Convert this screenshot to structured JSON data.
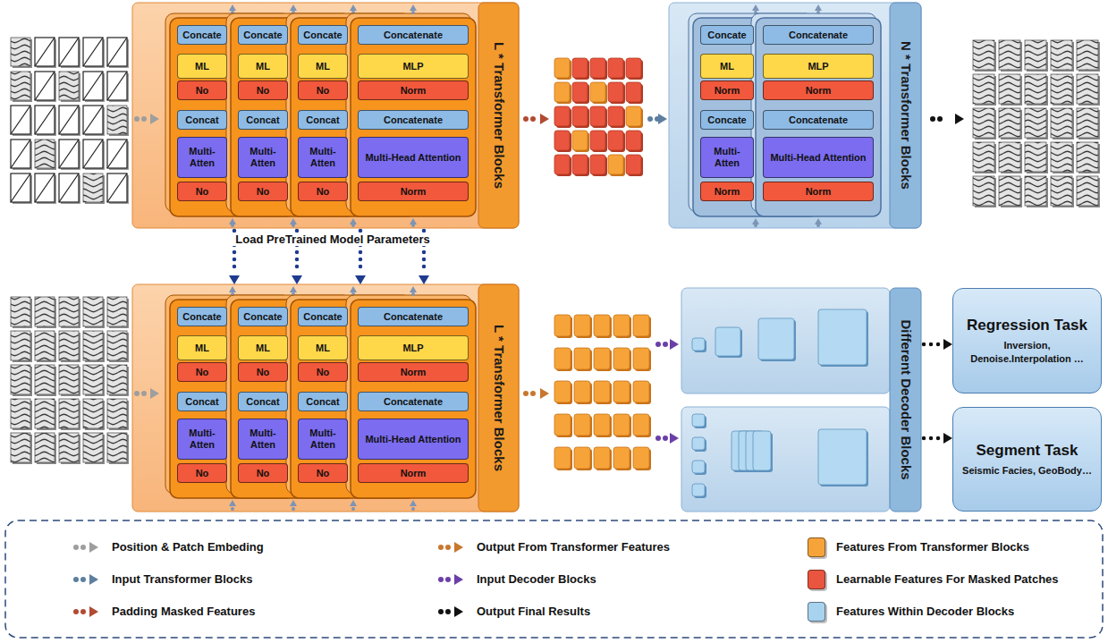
{
  "diagram": {
    "nodes": [
      {
        "text": [
          "L * Transformer Blocks"
        ]
      },
      {
        "text": [
          "Concate"
        ],
        "in": 0
      },
      {
        "text": [
          "ML"
        ],
        "in": 0
      },
      {
        "text": [
          "No"
        ],
        "in": 0
      },
      {
        "text": [
          "Concat"
        ],
        "in": 0
      },
      {
        "text": [
          "Multi- Atten"
        ],
        "in": 0
      },
      {
        "text": [
          "No"
        ],
        "in": 0
      },
      {
        "text": [
          "Concate"
        ],
        "in": 0
      },
      {
        "text": [
          "ML"
        ],
        "in": 0
      },
      {
        "text": [
          "No"
        ],
        "in": 0
      },
      {
        "text": [
          "Concat"
        ],
        "in": 0
      },
      {
        "text": [
          "Multi- Atten"
        ],
        "in": 0
      },
      {
        "text": [
          "No"
        ],
        "in": 0
      },
      {
        "text": [
          "Concate"
        ],
        "in": 0
      },
      {
        "text": [
          "ML"
        ],
        "in": 0
      },
      {
        "text": [
          "No"
        ],
        "in": 0
      },
      {
        "text": [
          "Concat"
        ],
        "in": 0
      },
      {
        "text": [
          "Multi- Atten"
        ],
        "in": 0
      },
      {
        "text": [
          "No"
        ],
        "in": 0
      },
      {
        "text": [
          "Concatenate"
        ],
        "in": 0
      },
      {
        "text": [
          "MLP"
        ],
        "in": 0
      },
      {
        "text": [
          "Norm"
        ],
        "in": 0
      },
      {
        "text": [
          "Concatenate"
        ],
        "in": 0
      },
      {
        "text": [
          "Multi-Head Attention"
        ],
        "in": 0
      },
      {
        "text": [
          "Norm"
        ],
        "in": 0
      },
      {
        "text": [
          "N * Transformer Blocks"
        ]
      },
      {
        "text": [
          "Concate"
        ],
        "in": 25
      },
      {
        "text": [
          "ML"
        ],
        "in": 25
      },
      {
        "text": [
          "Norm"
        ],
        "in": 25
      },
      {
        "text": [
          "Concate"
        ],
        "in": 25
      },
      {
        "text": [
          "Multi- Atten"
        ],
        "in": 25
      },
      {
        "text": [
          "Norm"
        ],
        "in": 25
      },
      {
        "text": [
          "Concatenate"
        ],
        "in": 25
      },
      {
        "text": [
          "MLP"
        ],
        "in": 25
      },
      {
        "text": [
          "Norm"
        ],
        "in": 25
      },
      {
        "text": [
          "Concatenate"
        ],
        "in": 25
      },
      {
        "text": [
          "Multi-Head Attention"
        ],
        "in": 25
      },
      {
        "text": [
          "Norm"
        ],
        "in": 25
      },
      {
        "text": [
          "L * Transformer Blocks"
        ]
      },
      {
        "text": [
          "Concate"
        ],
        "in": 38
      },
      {
        "text": [
          "ML"
        ],
        "in": 38
      },
      {
        "text": [
          "No"
        ],
        "in": 38
      },
      {
        "text": [
          "Concat"
        ],
        "in": 38
      },
      {
        "text": [
          "Multi- Atten"
        ],
        "in": 38
      },
      {
        "text": [
          "No"
        ],
        "in": 38
      },
      {
        "text": [
          "Concate"
        ],
        "in": 38
      },
      {
        "text": [
          "ML"
        ],
        "in": 38
      },
      {
        "text": [
          "No"
        ],
        "in": 38
      },
      {
        "text": [
          "Concat"
        ],
        "in": 38
      },
      {
        "text": [
          "Multi- Atten"
        ],
        "in": 38
      },
      {
        "text": [
          "No"
        ],
        "in": 38
      },
      {
        "text": [
          "Concate"
        ],
        "in": 38
      },
      {
        "text": [
          "ML"
        ],
        "in": 38
      },
      {
        "text": [
          "No"
        ],
        "in": 38
      },
      {
        "text": [
          "Concat"
        ],
        "in": 38
      },
      {
        "text": [
          "Multi- Atten"
        ],
        "in": 38
      },
      {
        "text": [
          "No"
        ],
        "in": 38
      },
      {
        "text": [
          "Concatenate"
        ],
        "in": 38
      },
      {
        "text": [
          "MLP"
        ],
        "in": 38
      },
      {
        "text": [
          "Norm"
        ],
        "in": 38
      },
      {
        "text": [
          "Concatenate"
        ],
        "in": 38
      },
      {
        "text": [
          "Multi-Head Attention"
        ],
        "in": 38
      },
      {
        "text": [
          "Norm"
        ],
        "in": 38
      },
      {
        "text": [
          "Different Decoder Blocks"
        ]
      },
      {
        "text": [
          "Regression Task",
          "Inversion, Denoise.Interpolation …"
        ]
      },
      {
        "text": [
          "Segment Task",
          "Seismic Facies, GeoBody…"
        ]
      }
    ],
    "edges": [
      {
        "from": 0,
        "to": 38,
        "arrow": "to"
      },
      {
        "from": 0,
        "to": 38,
        "arrow": "to"
      },
      {
        "from": 0,
        "to": 38,
        "arrow": "to"
      },
      {
        "from": 0,
        "to": 38,
        "arrow": "to"
      },
      {
        "from": 63,
        "to": 64,
        "arrow": "to"
      },
      {
        "from": 63,
        "to": 65,
        "arrow": "to"
      }
    ],
    "labels": [
      "Load PreTrained Model Parameters"
    ],
    "legend": [
      {
        "text": "Position & Patch Embeding"
      },
      {
        "text": "Output From Transformer Features"
      },
      {
        "text": "Features From Transformer Blocks",
        "color": "#f6a43a"
      },
      {
        "text": "Input Transformer Blocks"
      },
      {
        "text": "Input Decoder Blocks"
      },
      {
        "text": "Learnable Features For Masked Patches",
        "color": "#e9553e"
      },
      {
        "text": "Padding Masked Features"
      },
      {
        "text": "Output Final Results"
      },
      {
        "text": "Features Within Decoder Blocks",
        "color": "#a8d3ef"
      }
    ]
  }
}
